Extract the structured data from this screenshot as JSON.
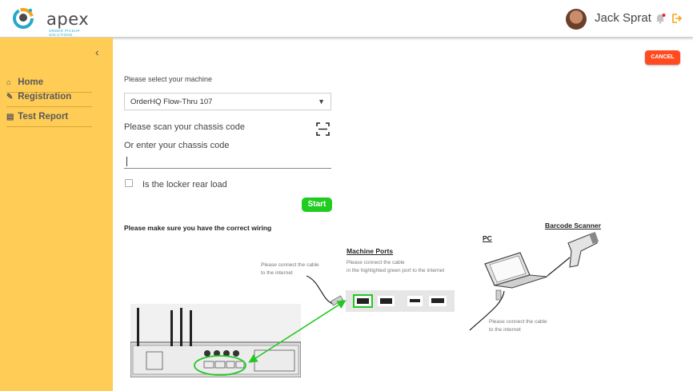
{
  "header": {
    "logo_text": "apex",
    "logo_tagline": "ORDER PICKUP SOLUTIONS",
    "user_name": "Jack Sprat",
    "icons": [
      "avatar",
      "bell-icon",
      "logout-icon"
    ],
    "notification_dot_color": "#e8262b"
  },
  "sidebar": {
    "collapse_glyph": "‹",
    "items": [
      {
        "label": "Home",
        "icon": "home-icon"
      },
      {
        "label": "Registration",
        "icon": "pencil-icon"
      },
      {
        "label": "Test Report",
        "icon": "report-icon"
      }
    ],
    "color": "#ffcc55"
  },
  "actions": {
    "cancel_label": "CANCEL",
    "start_label": "Start"
  },
  "form": {
    "machine_label": "Please select your machine",
    "machine_value": "OrderHQ Flow-Thru 107",
    "scan_label": "Please scan your chassis code",
    "enter_label": "Or enter your chassis code",
    "chassis_value": "",
    "rear_load_label": "Is the locker rear load",
    "rear_load_checked": false
  },
  "wiring": {
    "heading": "Please make sure you have the correct wiring",
    "machine_ports_title": "Machine Ports",
    "machine_ports_note_1": "Please connect the cable",
    "machine_ports_note_2": "in the highlighted green port to the internet",
    "cable_note_1": "Please connect the cable",
    "cable_note_2": "to the internet",
    "pc_title": "PC",
    "pc_note_1": "Please connect the cable",
    "pc_note_2": "to the internet",
    "scanner_title": "Barcode Scanner",
    "highlight_color": "#22c922"
  }
}
